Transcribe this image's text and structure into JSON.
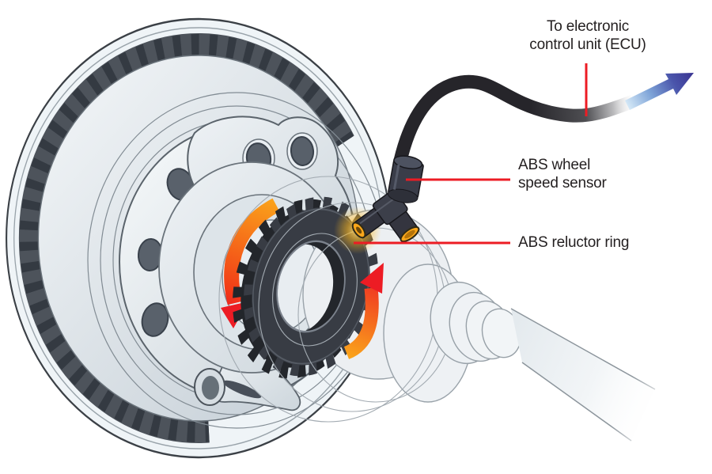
{
  "figure": {
    "labels": {
      "ecu": "To electronic\ncontrol unit (ECU)",
      "wheel_speed_sensor": "ABS wheel\nspeed sensor",
      "reluctor_ring": "ABS reluctor ring"
    },
    "colors": {
      "background": "#ffffff",
      "label_text": "#231f20",
      "leader_line": "#ec1c24",
      "rotation_arrow_start": "#faa21b",
      "rotation_arrow_end": "#ed1c24",
      "cable": "#26252a",
      "ecu_arrow_dark": "#3a3391",
      "ecu_arrow_light": "#d5e9f7",
      "sensor_tip_orange": "#f9a61b",
      "reluctor_dark": "#383c44",
      "metal_light": "#eff4f7",
      "metal_shadow": "#c2ccd4"
    },
    "arrows": {
      "ecu_direction": "up-right",
      "rotation_left": "down (counterclockwise)",
      "rotation_right": "up (counterclockwise)"
    }
  }
}
